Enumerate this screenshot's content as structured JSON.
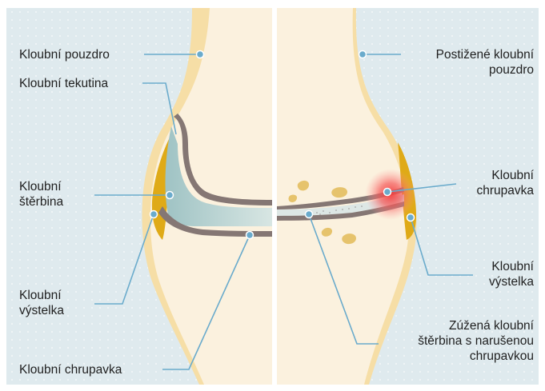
{
  "colors": {
    "background": "#dfeaee",
    "dots": "#ffffff",
    "bone": "#fbf1de",
    "capsule": "#f6dea6",
    "synovium": "#dfaa17",
    "cartilage": "#857774",
    "fluid": "#a8c8c8",
    "leader": "#6aabcc",
    "inflammation": "#f23c3c",
    "text": "#1f1f1f"
  },
  "labels": {
    "left": {
      "capsule": "Kloubní pouzdro",
      "fluid": "Kloubní tekutina",
      "space": [
        "Kloubní",
        "štěrbina"
      ],
      "synovium": [
        "Kloubní",
        "výstelka"
      ],
      "cartilage": "Kloubní chrupavka"
    },
    "right": {
      "capsule": [
        "Postižené kloubní",
        "pouzdro"
      ],
      "cartilage": [
        "Kloubní",
        "chrupavka"
      ],
      "synovium": [
        "Kloubní",
        "výstelka"
      ],
      "space": [
        "Zúžená kloubní",
        "štěrbina s narušenou",
        "chrupavkou"
      ]
    }
  }
}
